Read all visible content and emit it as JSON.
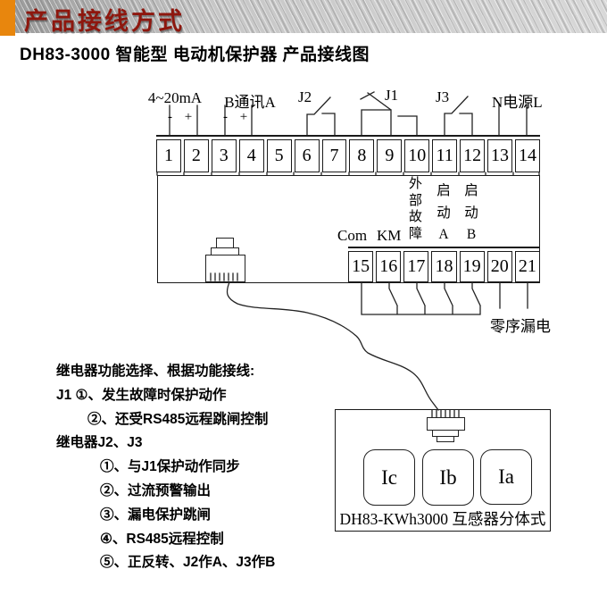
{
  "header": {
    "title": "产品接线方式"
  },
  "subtitle": "DH83-3000 智能型 电动机保护器 产品接线图",
  "colors": {
    "accent_orange": "#E8860D",
    "title_red": "#8E170E",
    "line": "#1a1a1a"
  },
  "terminal_labels": {
    "analog_out": "4~20mA",
    "rs485": "B通讯A",
    "j2": "J2",
    "j1": "J1",
    "j3": "J3",
    "power": "N电源L",
    "analog_polarity": "- +",
    "rs485_polarity": "- +"
  },
  "terminals": {
    "top": [
      "1",
      "2",
      "3",
      "4",
      "5",
      "6",
      "7",
      "8",
      "9",
      "10",
      "11",
      "12",
      "13",
      "14"
    ],
    "bottom": [
      "15",
      "16",
      "17",
      "18",
      "19",
      "20",
      "21"
    ]
  },
  "io_labels": {
    "com": "Com",
    "km": "KM",
    "external_fault": "外部故障",
    "start_a": "启动A",
    "start_b": "启动B",
    "leakage": "零序漏电"
  },
  "ct_unit": {
    "cts": [
      "Ic",
      "Ib",
      "Ia"
    ],
    "caption": "DH83-KWh3000 互感器分体式"
  },
  "notes": {
    "lines": [
      "继电器功能选择、根据功能接线:",
      "J1 ①、发生故障时保护动作",
      "②、还受RS485远程跳闸控制",
      "继电器J2、J3",
      "①、与J1保护动作同步",
      "②、过流预警输出",
      "③、漏电保护跳闸",
      "④、RS485远程控制",
      "⑤、正反转、J2作A、J3作B"
    ]
  }
}
